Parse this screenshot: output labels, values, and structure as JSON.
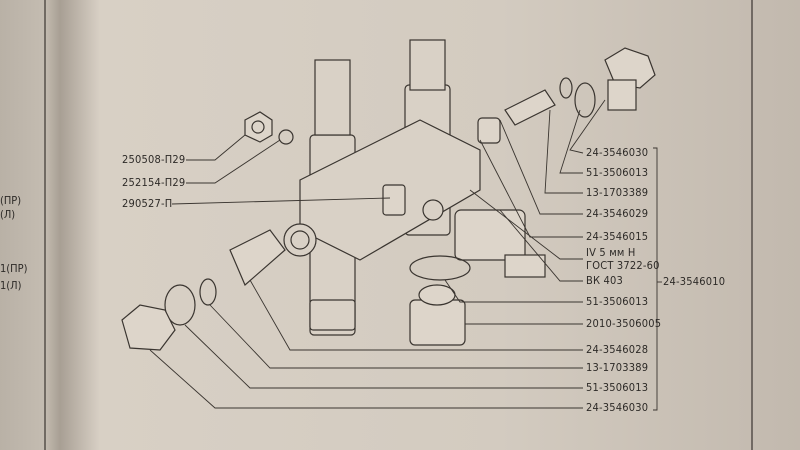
{
  "left_page_fragments": [
    "(ПР)",
    "(Л)",
    "1(ПР)",
    "1(Л)"
  ],
  "left_labels": [
    "250508-П29",
    "252154-П29",
    "290527-П"
  ],
  "right_labels": [
    "24-3546030",
    "51-3506013",
    "13-1703389",
    "24-3546029",
    "24-3546015",
    "IV 5 мм Н",
    "ГОСТ 3722-60",
    "ВК 403",
    "51-3506013",
    "2010-3506005",
    "24-3546028",
    "13-1703389",
    "51-3506013",
    "24-3546030"
  ],
  "assembly_label": "24-3546010"
}
